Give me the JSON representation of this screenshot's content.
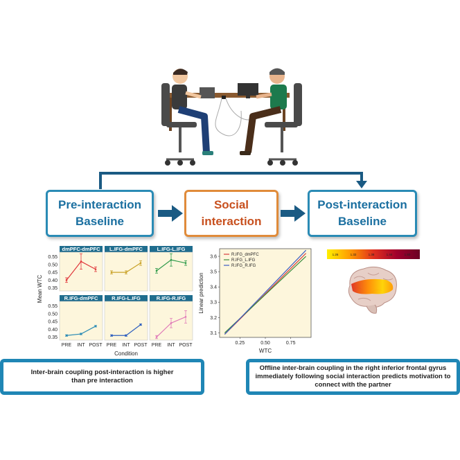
{
  "stages": {
    "pre": "Pre-interaction Baseline",
    "social": "Social interaction",
    "post": "Post-interaction Baseline"
  },
  "facet_plot": {
    "ylabel": "Mean WTC",
    "xlabel": "Condition",
    "yticks": [
      "0.55",
      "0.50",
      "0.45",
      "0.40",
      "0.35"
    ],
    "xticks": [
      "PRE",
      "INT",
      "POST"
    ],
    "panels": [
      {
        "title": "dmPFC-dmPFC",
        "color": "#e0373b",
        "values": [
          0.4,
          0.52,
          0.47
        ],
        "err": [
          0.015,
          0.05,
          0.015
        ]
      },
      {
        "title": "L.IFG-dmPFC",
        "color": "#c9a227",
        "values": [
          0.45,
          0.45,
          0.51
        ],
        "err": [
          0.01,
          0.01,
          0.015
        ]
      },
      {
        "title": "L.IFG-L.IFG",
        "color": "#2e9a4a",
        "values": [
          0.46,
          0.53,
          0.51
        ],
        "err": [
          0.015,
          0.04,
          0.015
        ]
      },
      {
        "title": "R.IFG-dmPFC",
        "color": "#2a8bb5",
        "values": [
          0.36,
          0.37,
          0.42
        ],
        "err": [
          0.005,
          0.005,
          0.005
        ]
      },
      {
        "title": "R.IFG-L.IFG",
        "color": "#2f5fbf",
        "values": [
          0.36,
          0.36,
          0.43
        ],
        "err": [
          0.005,
          0.005,
          0.005
        ]
      },
      {
        "title": "R.IFG-R.IFG",
        "color": "#e07ab8",
        "values": [
          0.35,
          0.44,
          0.48
        ],
        "err": [
          0.01,
          0.03,
          0.04
        ]
      }
    ]
  },
  "chart_data": {
    "type": "line",
    "xlabel": "WTC",
    "ylabel": "Linear prediction",
    "xticks": [
      "0.25",
      "0.50",
      "0.75"
    ],
    "yticks": [
      "3.6",
      "3.5",
      "3.4",
      "3.3",
      "3.2",
      "3.1"
    ],
    "xlim": [
      0.05,
      0.95
    ],
    "ylim": [
      3.07,
      3.65
    ],
    "legend_position": "top-left",
    "series": [
      {
        "name": "R.IFG_dmPFC",
        "color": "#d63b3b",
        "x": [
          0.1,
          0.9
        ],
        "y": [
          3.09,
          3.62
        ]
      },
      {
        "name": "R.IFG_L.IFG",
        "color": "#3a8a3a",
        "x": [
          0.1,
          0.9
        ],
        "y": [
          3.1,
          3.6
        ]
      },
      {
        "name": "R.IFG_R.IFG",
        "color": "#3b5cc4",
        "x": [
          0.1,
          0.9
        ],
        "y": [
          3.09,
          3.64
        ]
      }
    ]
  },
  "colorbar": {
    "ticks": [
      "1.26",
      "1.32",
      "1.38",
      "1.44",
      "1.50"
    ],
    "colors": [
      "#ffef00",
      "#ff9a00",
      "#e0301e",
      "#a0002c",
      "#6b0024"
    ]
  },
  "results": {
    "left": "Inter-brain coupling post-interaction is higher than pre interaction",
    "right": "Offline inter-brain coupling in the right inferior frontal gyrus immediately following social interaction predicts motivation to connect with the partner"
  }
}
